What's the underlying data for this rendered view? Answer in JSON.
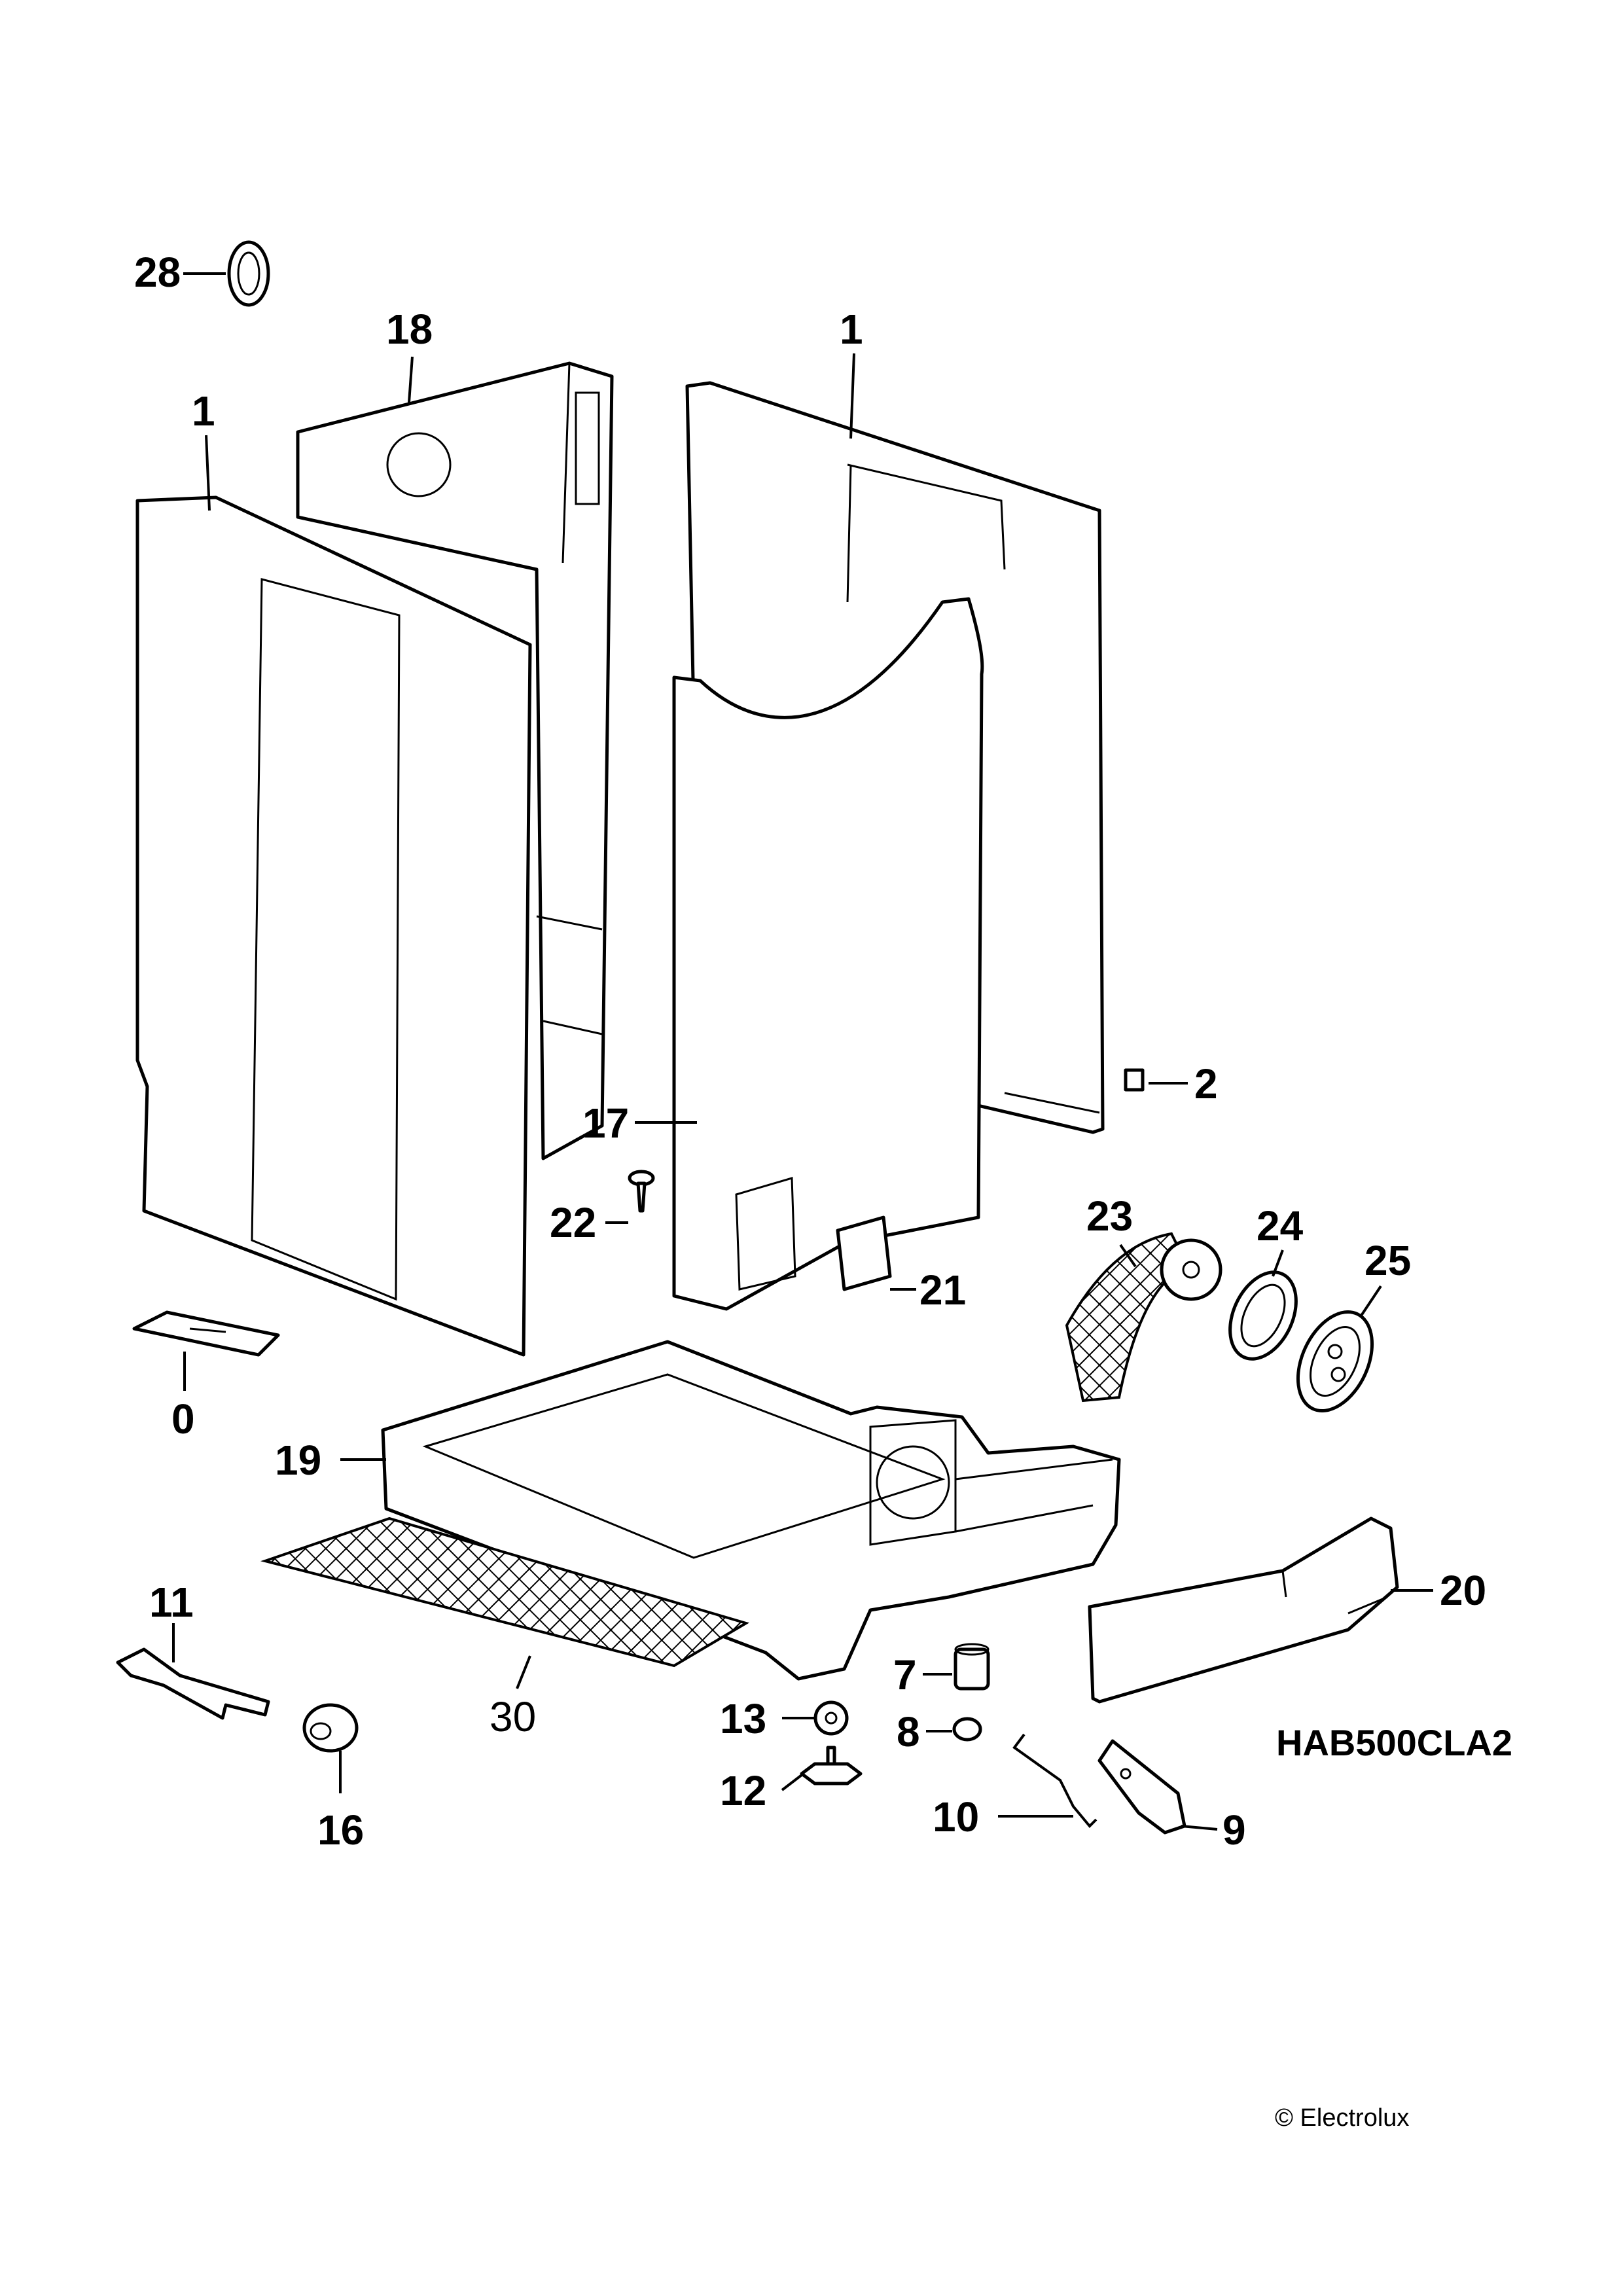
{
  "diagram": {
    "model_code": "HAB500CLA2",
    "copyright": "© Electrolux",
    "callouts": {
      "c28": "28",
      "c18": "18",
      "c1_left": "1",
      "c1_right": "1",
      "c2": "2",
      "c17": "17",
      "c22": "22",
      "c21": "21",
      "c23": "23",
      "c24": "24",
      "c25": "25",
      "c0": "0",
      "c19": "19",
      "c20": "20",
      "c11": "11",
      "c30": "30",
      "c7": "7",
      "c13": "13",
      "c8": "8",
      "c12": "12",
      "c10": "10",
      "c9": "9",
      "c16": "16"
    }
  }
}
